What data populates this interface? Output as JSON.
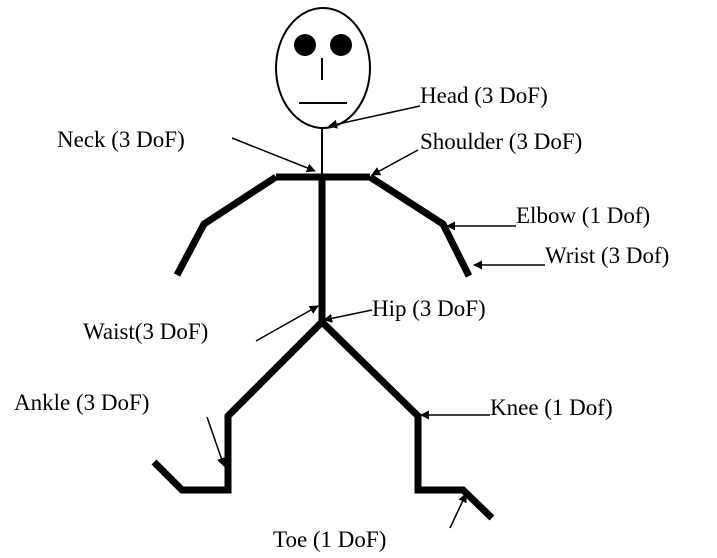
{
  "labels": {
    "head": "Head (3 DoF)",
    "neck": "Neck (3 DoF)",
    "shoulder": "Shoulder (3 DoF)",
    "elbow": "Elbow (1 Dof)",
    "wrist": "Wrist (3 Dof)",
    "hip": "Hip (3 DoF)",
    "waist": "Waist(3 DoF)",
    "ankle": "Ankle (3 DoF)",
    "knee": "Knee (1 Dof)",
    "toe": "Toe (1 DoF)"
  }
}
